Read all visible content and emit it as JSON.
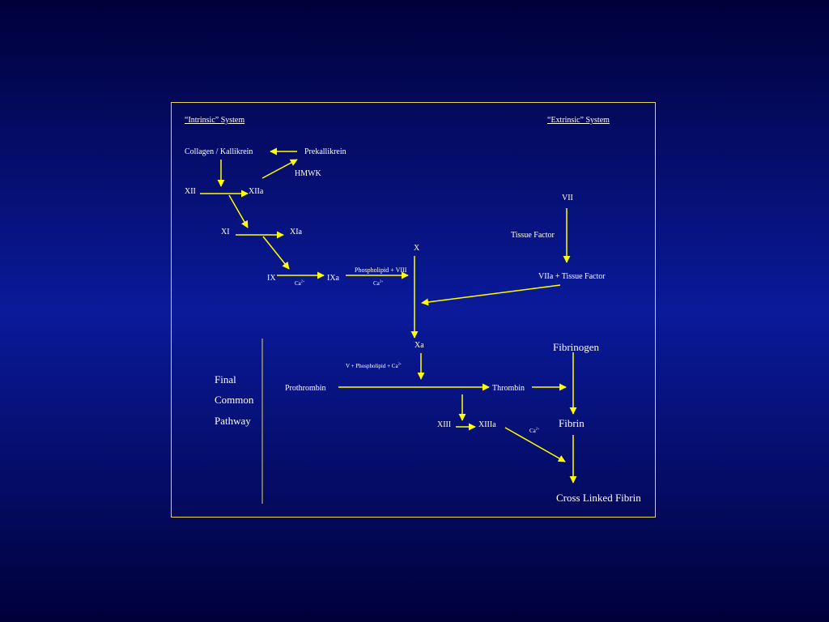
{
  "colors": {
    "arrow": "#ffff00",
    "frame": "#e6d84a",
    "text": "#ffffff"
  },
  "headers": {
    "intrinsic": "“Intrinsic” System",
    "extrinsic": "“Extrinsic” System"
  },
  "nodes": {
    "collagen_kallikrein": "Collagen / Kallikrein",
    "prekallikrein": "Prekallikrein",
    "hmwk": "HMWK",
    "xii": "XII",
    "xiia": "XIIa",
    "xi": "XI",
    "xia": "XIa",
    "ix": "IX",
    "ixa": "IXa",
    "x": "X",
    "vii": "VII",
    "tissue_factor": "Tissue Factor",
    "viia_tf": "VIIa + Tissue Factor",
    "xa": "Xa",
    "prothrombin": "Prothrombin",
    "thrombin": "Thrombin",
    "fibrinogen": "Fibrinogen",
    "fibrin": "Fibrin",
    "xiii": "XIII",
    "xiiia": "XIIIa",
    "cross_linked_fibrin": "Cross Linked Fibrin"
  },
  "cofactors": {
    "ca_base": "Ca",
    "ca_charge": "2+",
    "phospholipid_viii": "Phospholipid + VIII",
    "v_phospholipid_base": "V + Phospholipid + Ca",
    "v_phospholipid_charge": "2+"
  },
  "pathway_label": {
    "line1": "Final",
    "line2": "Common",
    "line3": "Pathway"
  }
}
